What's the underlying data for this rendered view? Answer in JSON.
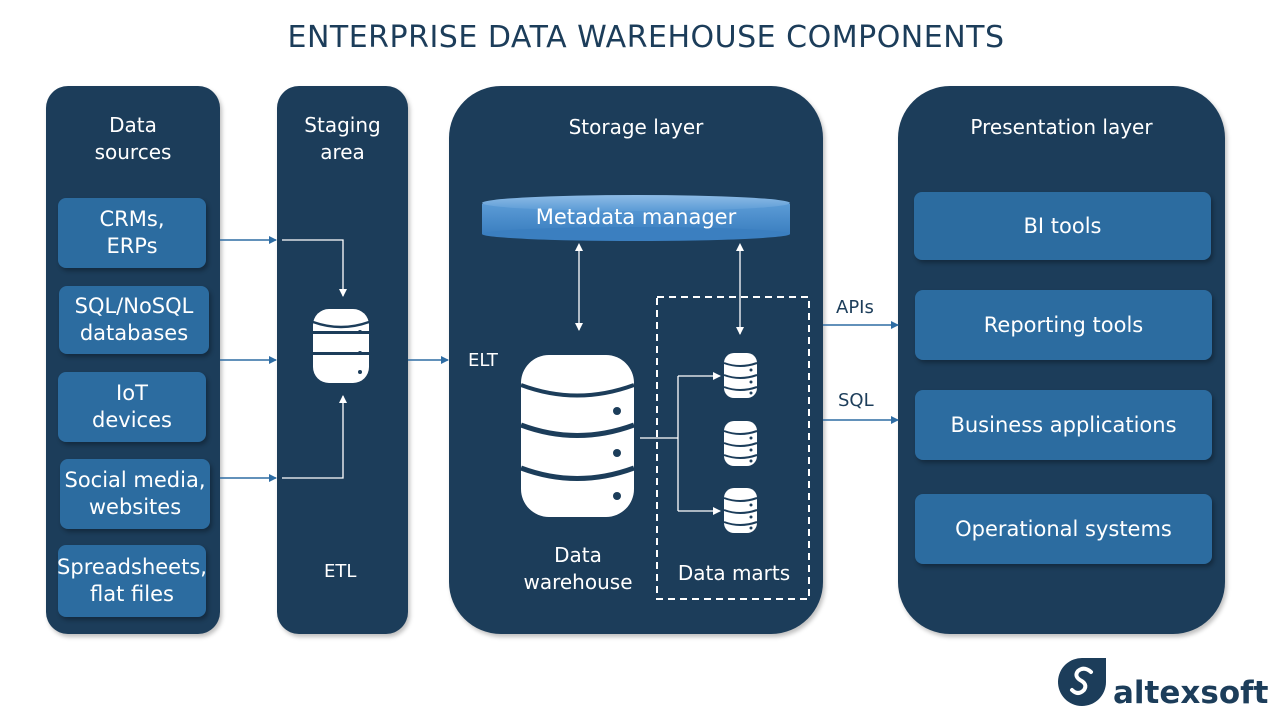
{
  "title": "ENTERPRISE DATA WAREHOUSE COMPONENTS",
  "sources": {
    "title": "Data sources",
    "items": [
      "CRMs, ERPs",
      "SQL/NoSQL databases",
      "IoT devices",
      "Social media, websites",
      "Spreadsheets, flat files"
    ]
  },
  "staging": {
    "title": "Staging area",
    "process_label": "ETL"
  },
  "storage": {
    "title": "Storage layer",
    "metadata_label": "Metadata manager",
    "elt_label": "ELT",
    "warehouse_label": "Data warehouse",
    "marts_label": "Data marts"
  },
  "connectors": {
    "apis_label": "APIs",
    "sql_label": "SQL"
  },
  "presentation": {
    "title": "Presentation layer",
    "items": [
      "BI tools",
      "Reporting tools",
      "Business applications",
      "Operational systems"
    ]
  },
  "brand": {
    "name": "altexsoft"
  },
  "colors": {
    "panel": "#1c3d5a",
    "box": "#2c6ca0",
    "metadata": "#4a8ed0",
    "arrow": "#2e6da4"
  }
}
